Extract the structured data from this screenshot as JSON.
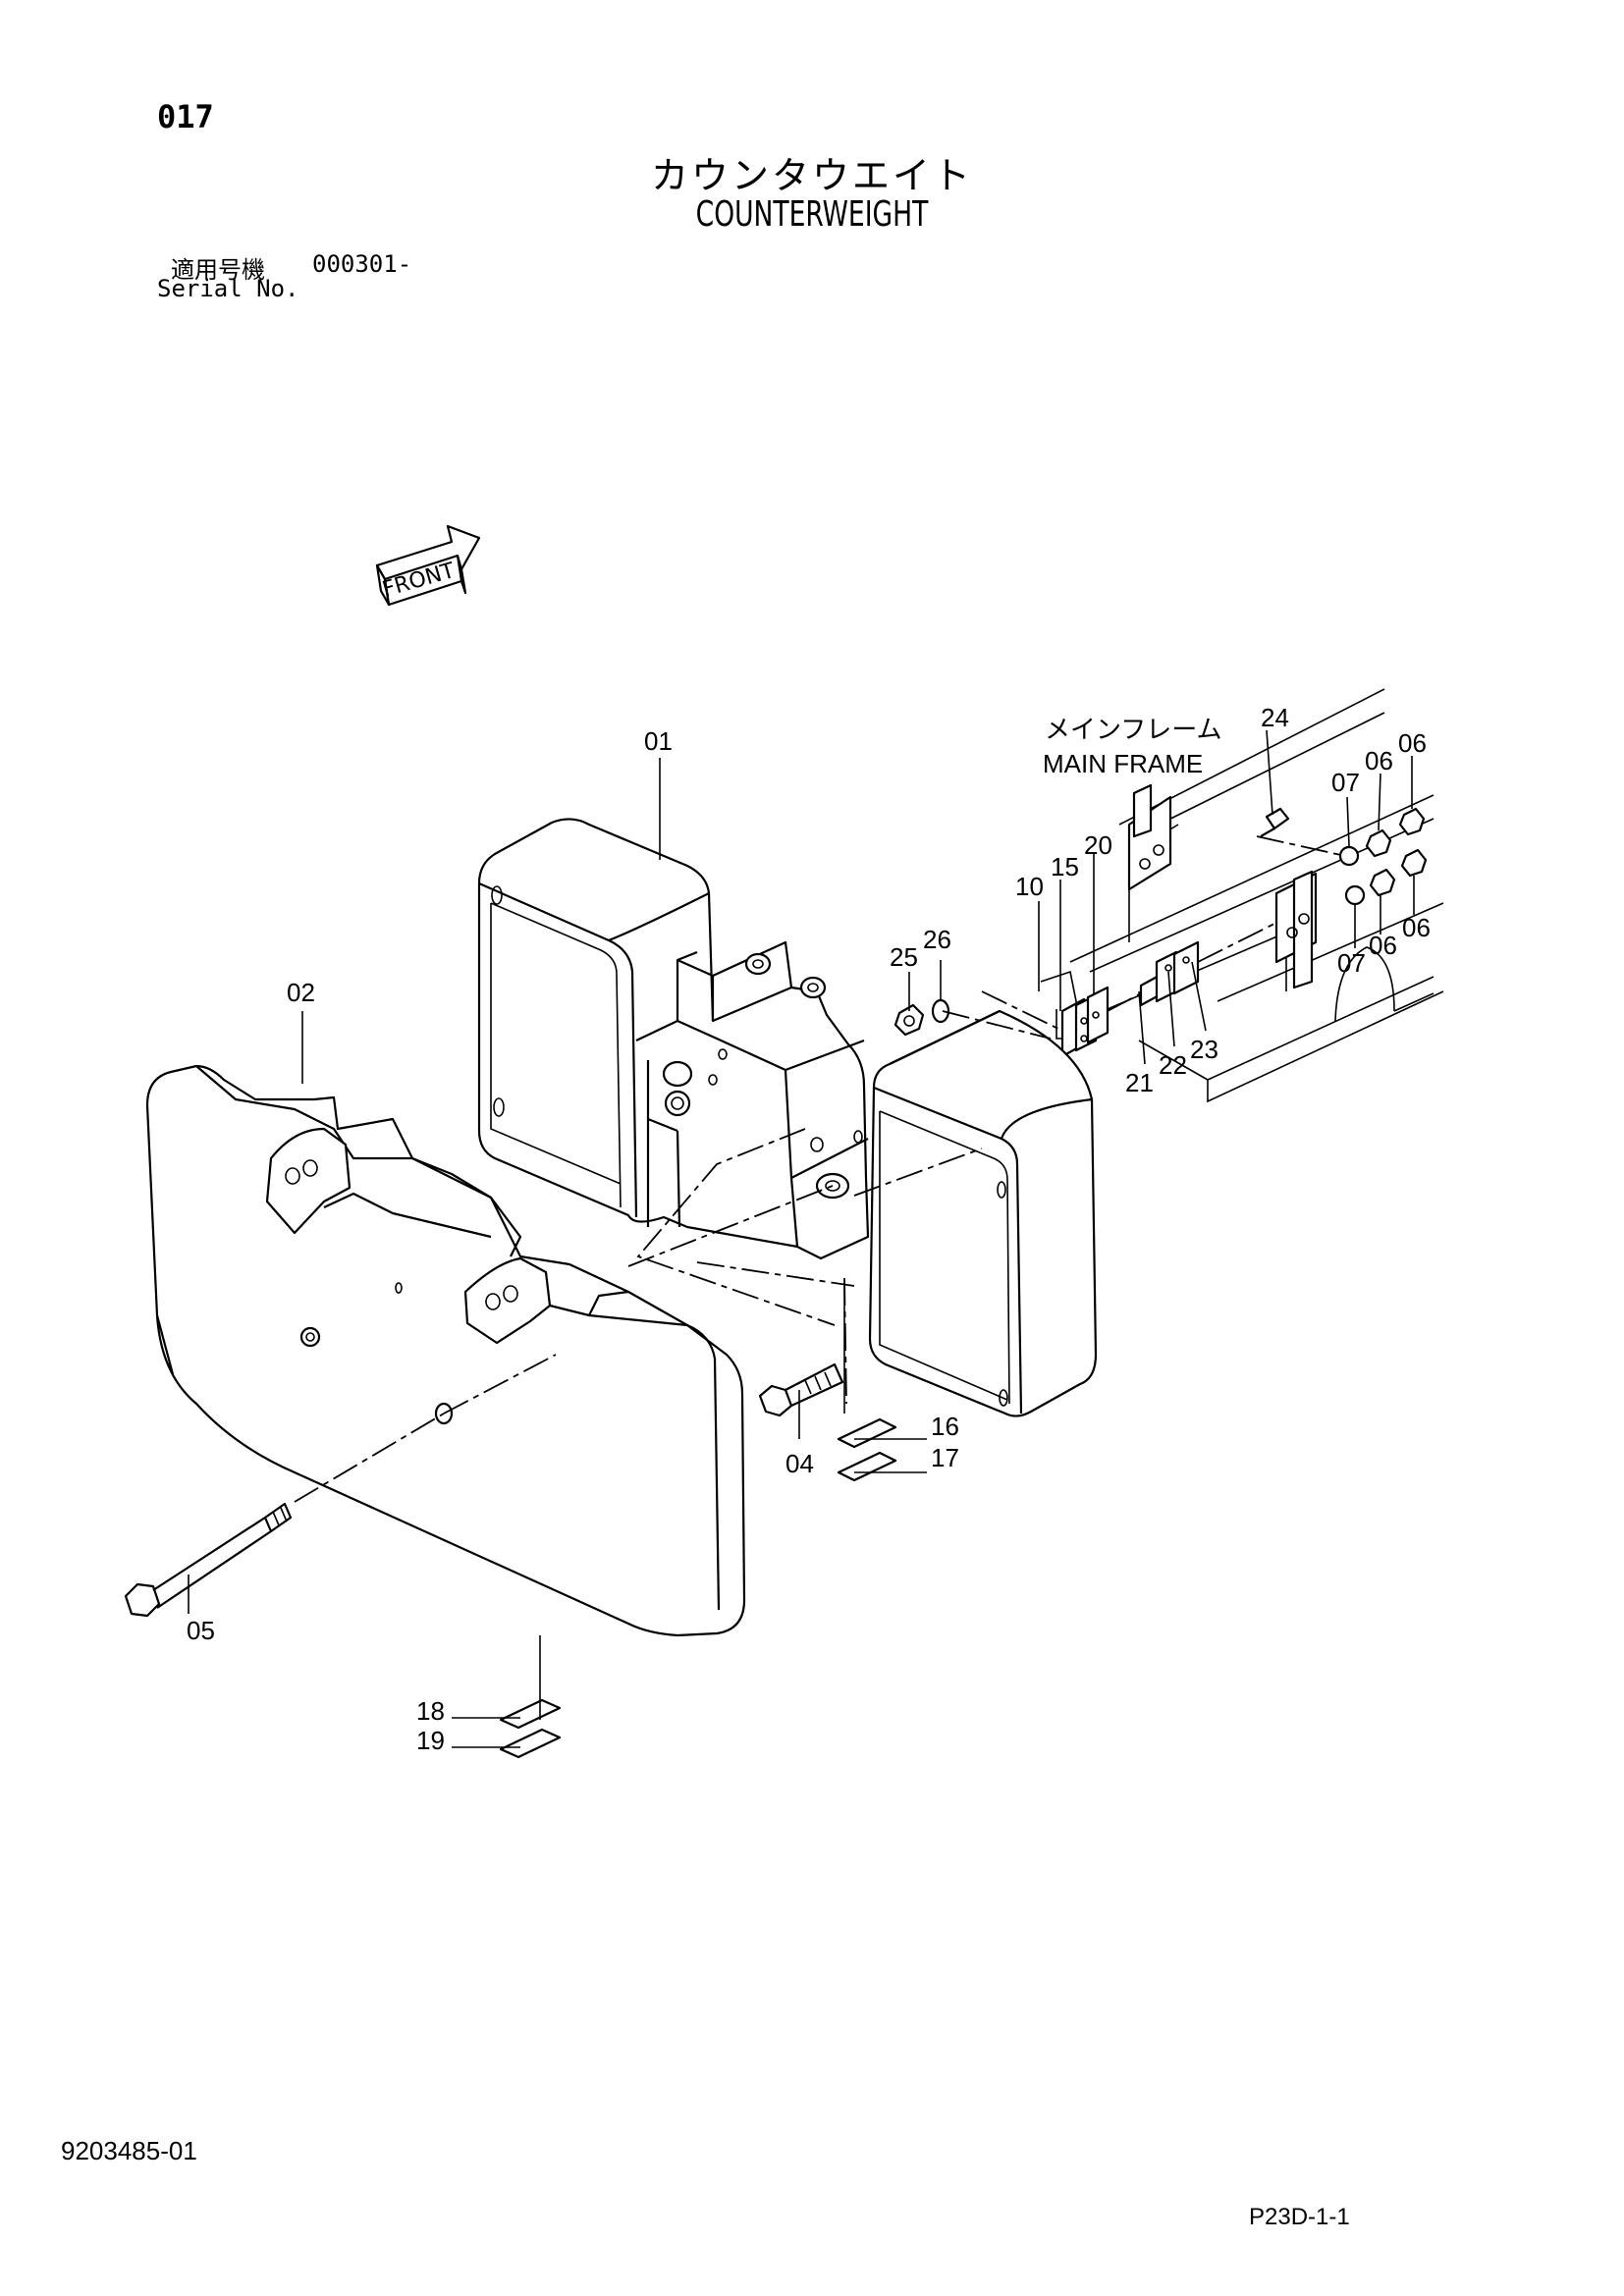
{
  "header": {
    "page_number": "017",
    "title_ja": "カウンタウエイト",
    "title_en": "COUNTERWEIGHT",
    "serial_label_ja": "適用号機",
    "serial_range": "000301-",
    "serial_label_en": "Serial No."
  },
  "diagram": {
    "front_label": "FRONT",
    "main_frame_ja": "メインフレーム",
    "main_frame_en": "MAIN FRAME",
    "callouts": {
      "p01": "01",
      "p02": "02",
      "p04": "04",
      "p05": "05",
      "p06a": "06",
      "p06b": "06",
      "p06c": "06",
      "p06d": "06",
      "p07a": "07",
      "p07b": "07",
      "p10": "10",
      "p15": "15",
      "p16": "16",
      "p17": "17",
      "p18": "18",
      "p19": "19",
      "p20": "20",
      "p21": "21",
      "p22": "22",
      "p23": "23",
      "p24": "24",
      "p25": "25",
      "p26": "26"
    }
  },
  "footer": {
    "doc_number": "9203485-01",
    "sheet_code": "P23D-1-1"
  }
}
